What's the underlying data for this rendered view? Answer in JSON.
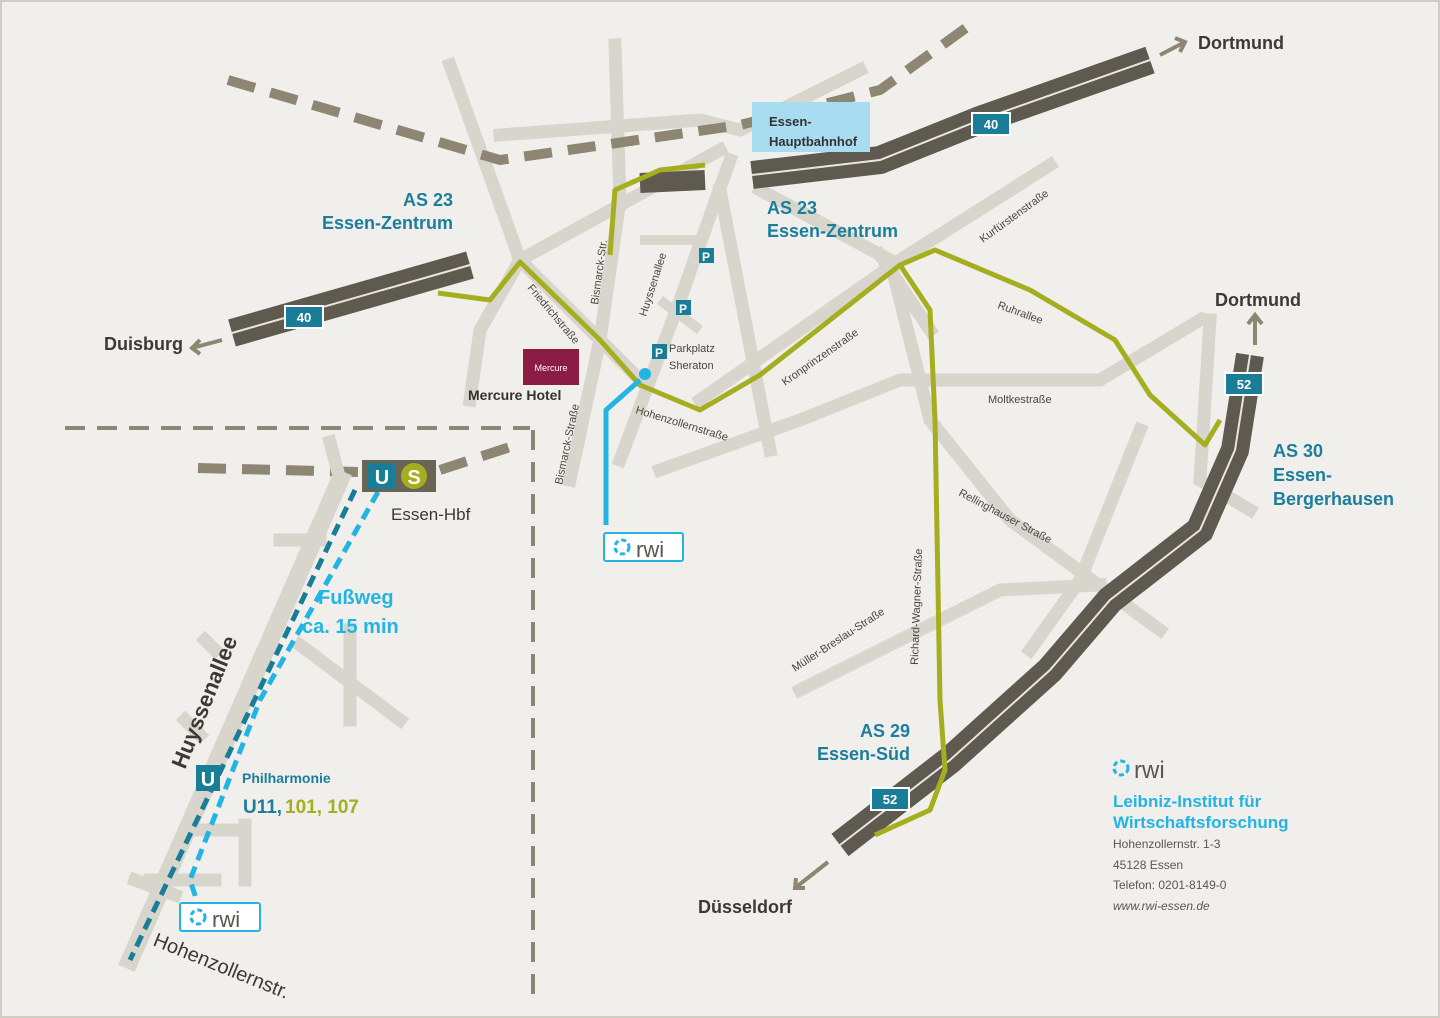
{
  "cities": {
    "dortmund_top": "Dortmund",
    "dortmund_right": "Dortmund",
    "duisburg": "Duisburg",
    "duesseldorf": "Düsseldorf"
  },
  "junctions": {
    "as23_left": [
      "AS 23",
      "Essen-Zentrum"
    ],
    "as23_right": [
      "AS 23",
      "Essen-Zentrum"
    ],
    "as30": [
      "AS 30",
      "Essen-",
      "Bergerhausen"
    ],
    "as29": [
      "AS 29",
      "Essen-Süd"
    ]
  },
  "highway_shields": {
    "a40": "40",
    "a52": "52"
  },
  "station": {
    "line1": "Essen-",
    "line2": "Hauptbahnhof"
  },
  "streets": [
    "Friedrichstraße",
    "Bismarck-Str.",
    "Huyssenallee",
    "Bismarck-Straße",
    "Hohenzollernstraße",
    "Kronprinzenstraße",
    "Kurfürstenstraße",
    "Ruhrallee",
    "Moltkestraße",
    "Rellinghauser Straße",
    "Richard-Wagner-Straße",
    "Müller-Breslau-Straße"
  ],
  "parking": {
    "symbol": "P",
    "label1": "Parkplatz",
    "label2": "Sheraton"
  },
  "hotel": {
    "logo": "Mercure",
    "label": "Mercure Hotel"
  },
  "rwi_logo": "rwi",
  "inset": {
    "u_symbol": "U",
    "s_symbol": "S",
    "hbf": "Essen-Hbf",
    "walk1": "Fußweg",
    "walk2": "ca. 15 min",
    "street1": "Huyssenallee",
    "street2": "Hohenzollernstr.",
    "stop": "Philharmonie",
    "line_u": "U11,",
    "line_tram": "101, 107"
  },
  "address": {
    "name1": "Leibniz-Institut für",
    "name2": "Wirtschaftsforschung",
    "street": "Hohenzollernstr. 1-3",
    "city": "45128 Essen",
    "phone": "Telefon: 0201-8149-0",
    "web": "www.rwi-essen.de"
  },
  "colors": {
    "route": "#a4ae1f",
    "walk": "#23b4e3",
    "accent": "#1c7e9b",
    "highway": "#5f5a4f"
  }
}
